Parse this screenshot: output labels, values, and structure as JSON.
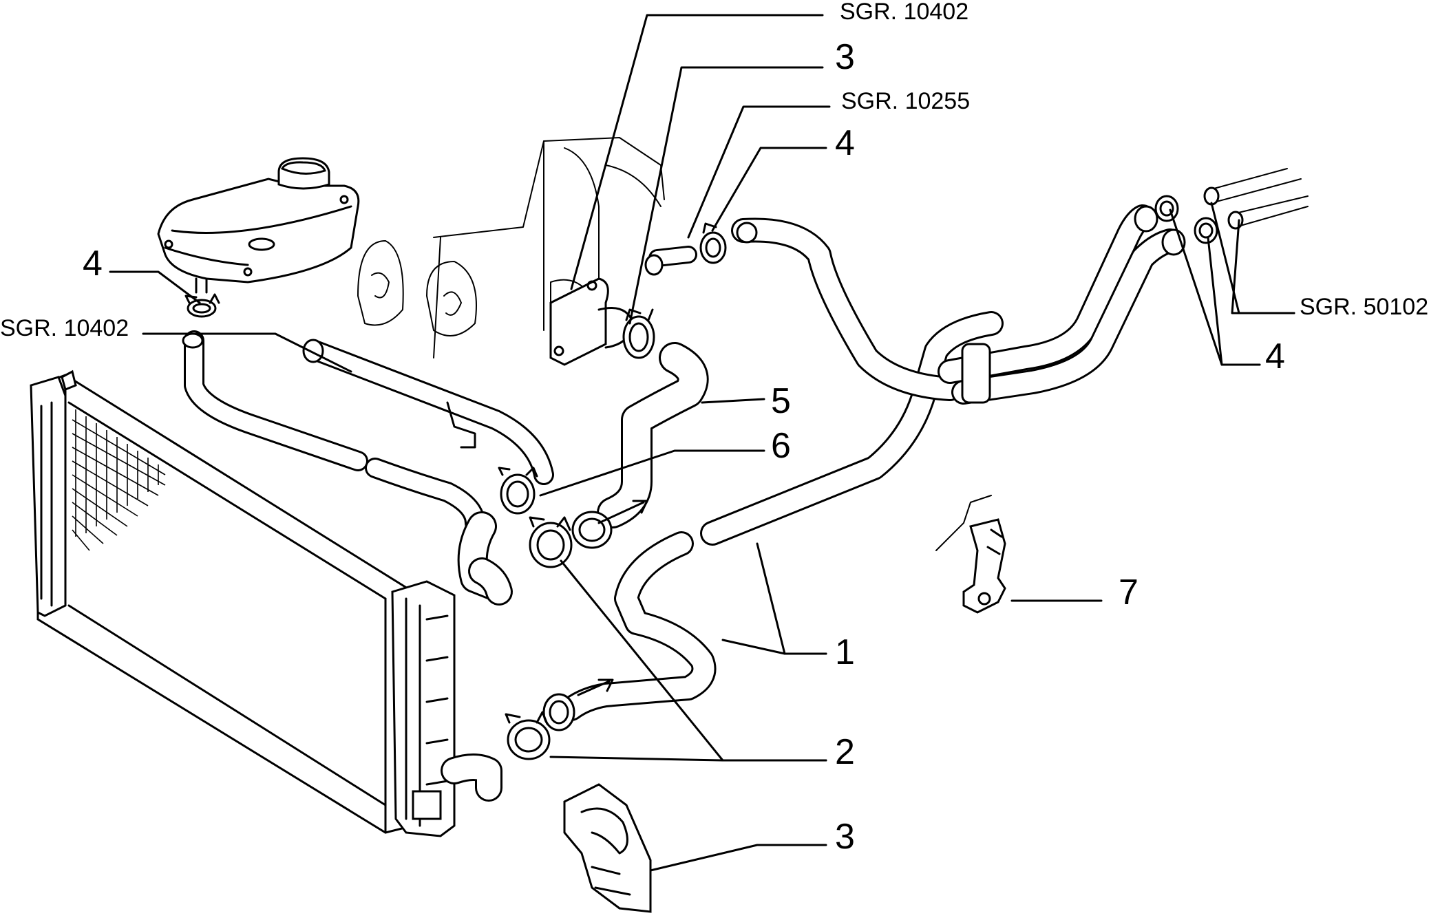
{
  "labels": {
    "sgr_top": "SGR. 10402",
    "num_3_top": "3",
    "sgr_10255": "SGR. 10255",
    "num_4_top": "4",
    "num_4_left": "4",
    "sgr_left": "SGR. 10402",
    "sgr_50102": "SGR. 50102",
    "num_4_right": "4",
    "num_5": "5",
    "num_6": "6",
    "num_7": "7",
    "num_1": "1",
    "num_2": "2",
    "num_3_bottom": "3"
  }
}
